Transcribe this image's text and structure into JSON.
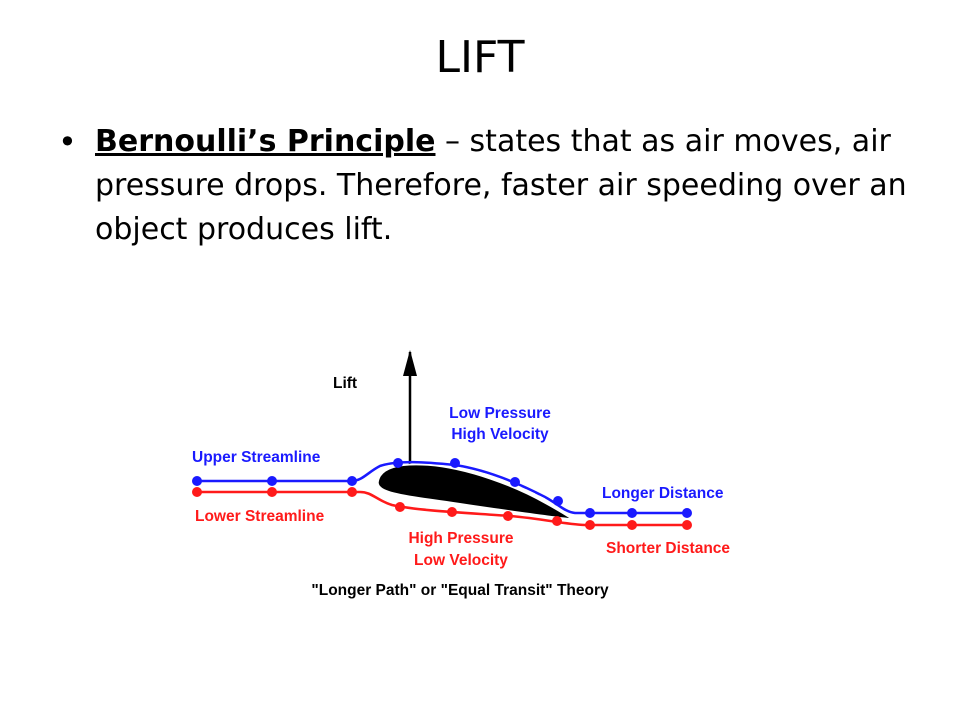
{
  "slide": {
    "title": "LIFT",
    "bullet": {
      "symbol": "•",
      "term": "Bernoulli’s Principle",
      "text": " – states that as air moves, air pressure drops. Therefore, faster air speeding over an object produces lift."
    }
  },
  "diagram": {
    "lift_label": "Lift",
    "upper_streamline_label": "Upper  Streamline",
    "lower_streamline_label": "Lower  Streamline",
    "low_pressure_label": "Low  Pressure",
    "high_velocity_label": "High  Velocity",
    "high_pressure_label": "High  Pressure",
    "low_velocity_label": "Low  Velocity",
    "longer_distance_label": "Longer  Distance",
    "shorter_distance_label": "Shorter  Distance",
    "theory_caption": "\"Longer  Path\"  or  \"Equal  Transit\"  Theory",
    "colors": {
      "upper": "#1a1aff",
      "lower": "#ff1a1a",
      "airfoil": "#000000",
      "text": "#000000"
    }
  }
}
